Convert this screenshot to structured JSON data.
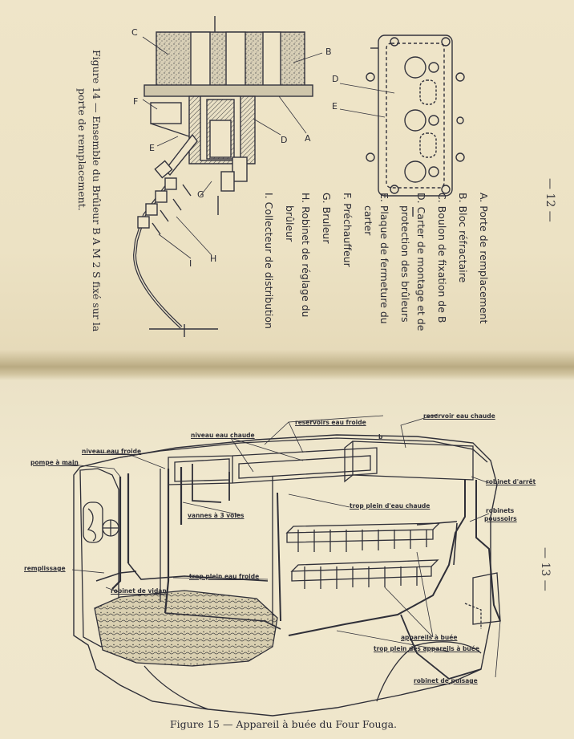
{
  "top_page": {
    "page_number": "— 12 —",
    "legend": [
      "A. Porte de remplacement",
      "B. Bloc réfractaire",
      "C. Boulon de fixation de B",
      "D. Carter de montage et de",
      "protection des brûleurs",
      "E. Plaque de fermeture du",
      "carter",
      "F. Préchauffeur",
      "G. Bruleur",
      "H. Robinet de réglage du",
      "brûleur",
      "I. Collecteur de distribution"
    ],
    "caption_line1": "Figure 14 — Ensemble du Brûleur B A M 2 S fixé sur la",
    "caption_line2": "porte de remplacement.",
    "letters": {
      "A": "A",
      "B": "B",
      "C": "C",
      "D": "D",
      "E": "E",
      "F": "F",
      "G": "G",
      "H": "H",
      "I": "I"
    }
  },
  "bottom_page": {
    "page_number": "— 13 —",
    "labels": {
      "reservoir_eau_chaude": "reservoir eau chaude",
      "reservoirs_eau_froide": "reservoirs eau froide",
      "niveau_eau_chaude": "niveau eau chaude",
      "niveau_eau_froide": "niveau eau froide",
      "pompe_a_main": "pompe à main",
      "robinet_darret": "robinet d'arrêt",
      "robinets_poussoirs_1": "robinets",
      "robinets_poussoirs_2": "poussoirs",
      "trop_plein_eau_chaude": "trop plein d'eau chaude",
      "vannes_3_voies": "vannes à 3 voies",
      "remplissage": "remplissage",
      "trop_plein_eau_froide": "trop plein eau froide",
      "robinet_de_vidange": "robinet de vidan",
      "appareils_a_buee": "appareils à buée",
      "trop_plein_appareils": "trop plein des appareils à buée",
      "robinet_de_puisage": "robinet de puisage",
      "b": "b"
    },
    "caption": "Figure 15 — Appareil à buée du Four Fouga."
  }
}
